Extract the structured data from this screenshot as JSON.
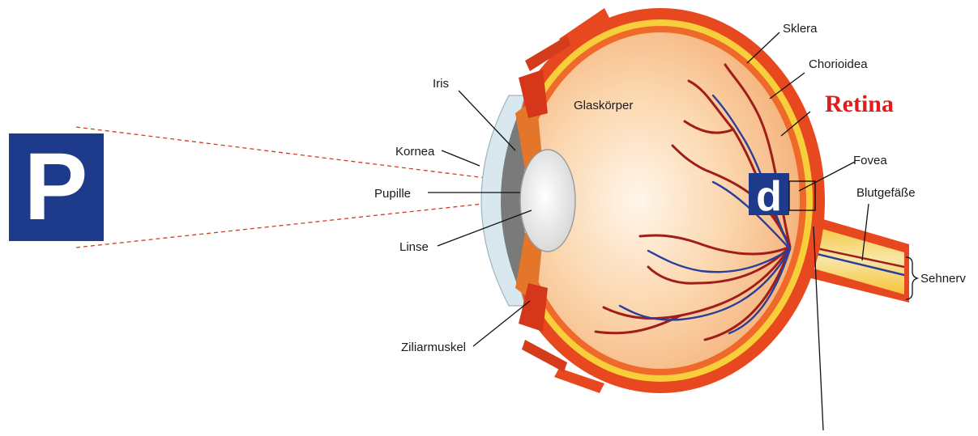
{
  "object_letter": "P",
  "image_letter": "d",
  "labels": {
    "sklera": "Sklera",
    "chorioidea": "Chorioidea",
    "retina": "Retina",
    "iris": "Iris",
    "glaskoerper": "Glaskörper",
    "kornea": "Kornea",
    "fovea": "Fovea",
    "pupille": "Pupille",
    "blutgefaesse": "Blutgefäße",
    "linse": "Linse",
    "sehnerv": "Sehnerv",
    "ziliarmuskel": "Ziliarmuskel"
  },
  "colors": {
    "sign_blue": "#1e3a8a",
    "retina_label": "#e01c1c",
    "sclera": "#e8481f",
    "choroid": "#f6cf3a",
    "vitreous": "#f9c795",
    "ray": "#d23a2a"
  }
}
